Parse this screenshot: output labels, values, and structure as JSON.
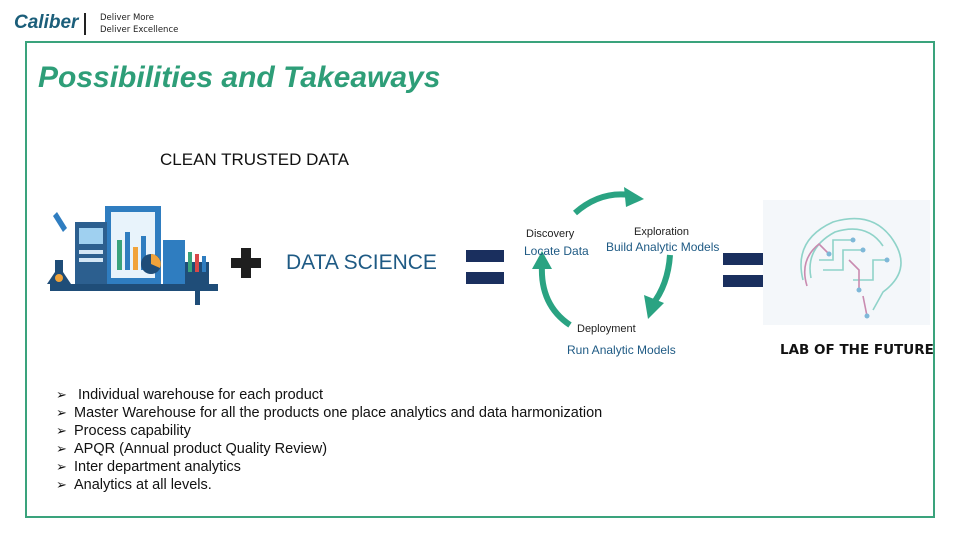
{
  "header": {
    "brand": "Caliber",
    "tagline_line1": "Deliver More",
    "tagline_line2": "Deliver Excellence"
  },
  "slide": {
    "title": "Possibilities and Takeaways",
    "clean_data_label": "CLEAN TRUSTED DATA",
    "data_science_label": "DATA SCIENCE",
    "cycle": {
      "discovery": "Discovery",
      "locate_data": "Locate Data",
      "exploration": "Exploration",
      "build_models": "Build Analytic Models",
      "deployment": "Deployment",
      "run_models": "Run Analytic Models"
    },
    "lab_label": "LAB OF THE FUTURE",
    "bullets": [
      " Individual warehouse for each product",
      "Master Warehouse for all the products one place analytics and data harmonization",
      "Process capability",
      "APQR (Annual product Quality Review)",
      "Inter department analytics",
      "Analytics at all levels."
    ]
  },
  "colors": {
    "brand": "#1b5e7a",
    "accent_green": "#2e9e78",
    "frame_border": "#3aa37c",
    "navy": "#1a2f5e",
    "ds_blue": "#1e5a84",
    "plus_dark": "#1f1f1f"
  },
  "icons": {
    "lab_illustration": "lab-equipment-icon",
    "plus": "plus-icon",
    "equals": "equals-icon",
    "cycle_arrows": "cycle-arrow-icon",
    "brain": "circuit-brain-icon",
    "bullet": "arrow-bullet-icon"
  }
}
